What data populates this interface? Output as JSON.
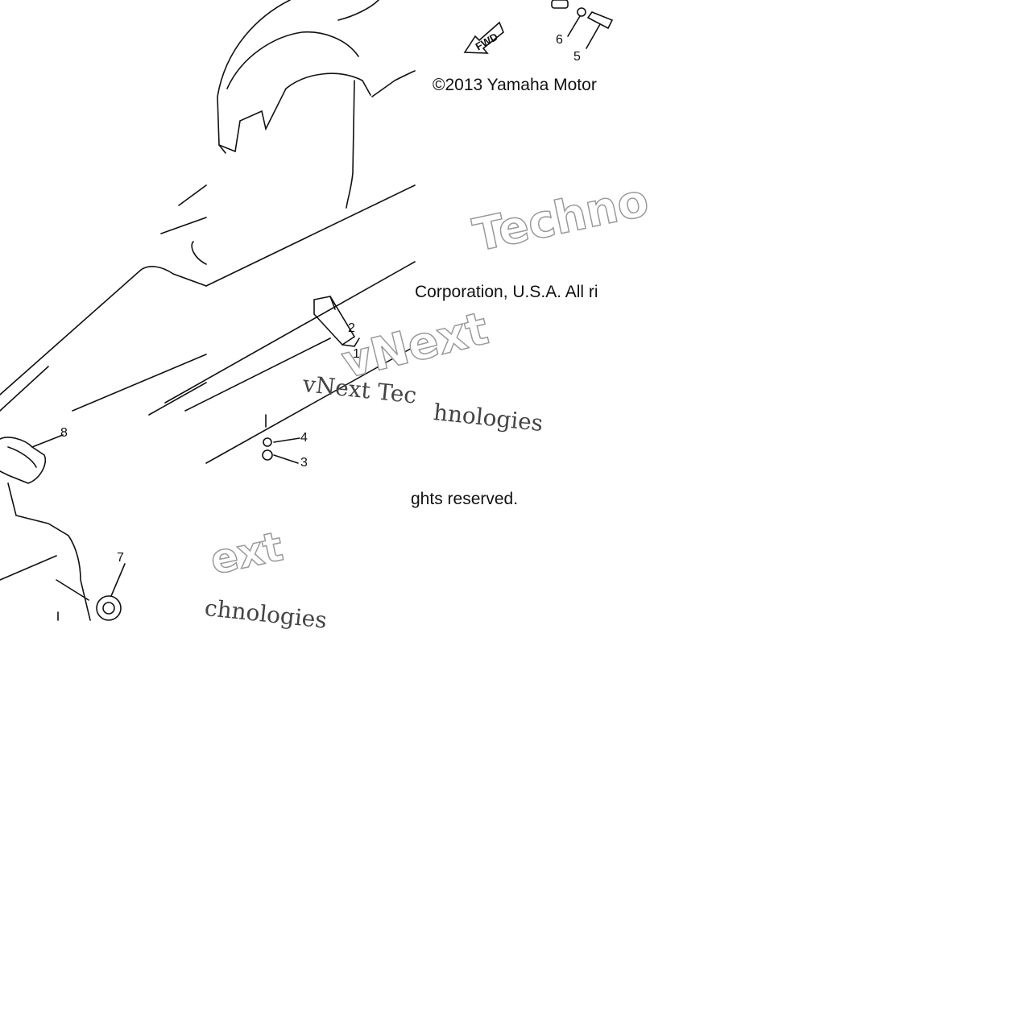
{
  "diagram": {
    "fwd_label": "FWD",
    "callouts": [
      "1",
      "2",
      "3",
      "4",
      "5",
      "6",
      "7",
      "8"
    ],
    "copyright": {
      "part1": "©2013 Yamaha Motor ",
      "part2": "Corporation, U.S.A. All ri",
      "part3": "ghts reserved."
    },
    "watermark": {
      "text_a": "Techno",
      "text_b": "vNext",
      "text_c": "vNext Tec",
      "text_d": "hnologies",
      "text_e": "ext",
      "text_f": "chnologies"
    }
  }
}
